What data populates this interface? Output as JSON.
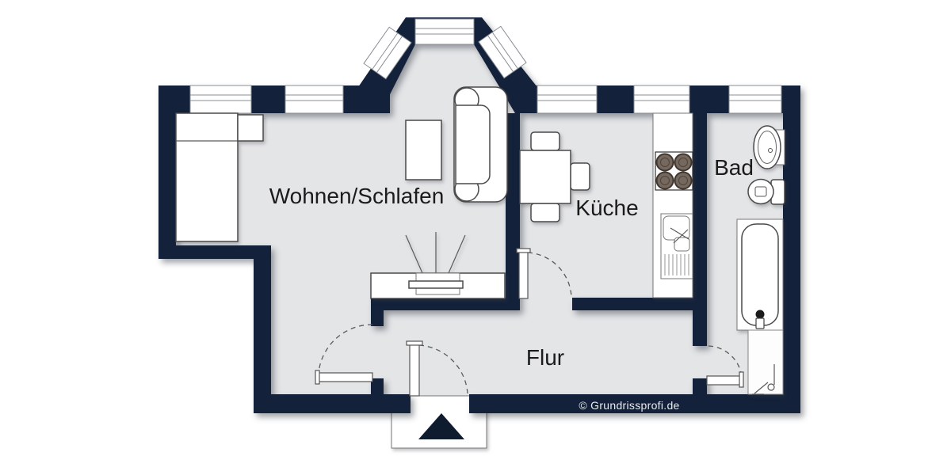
{
  "plan": {
    "rooms": {
      "living": {
        "label": "Wohnen/Schlafen"
      },
      "kitchen": {
        "label": "Küche"
      },
      "bath": {
        "label": "Bad"
      },
      "hall": {
        "label": "Flur"
      }
    },
    "watermark": "© Grundrissprofi.de",
    "colors": {
      "wall": "#13213a",
      "floor": "#e4e5e7",
      "burner": "#75695f",
      "watermark_text": "#e9ebee",
      "entrance_arrow": "#0f1c30"
    },
    "fixtures": [
      "bed",
      "nightstand",
      "side-table",
      "sofa",
      "tv-sideboard",
      "tv",
      "dining-table",
      "chair",
      "kitchen-counter",
      "stove",
      "kitchen-sink",
      "washbasin",
      "toilet",
      "bathtub",
      "shower",
      "entrance-arrow"
    ]
  }
}
